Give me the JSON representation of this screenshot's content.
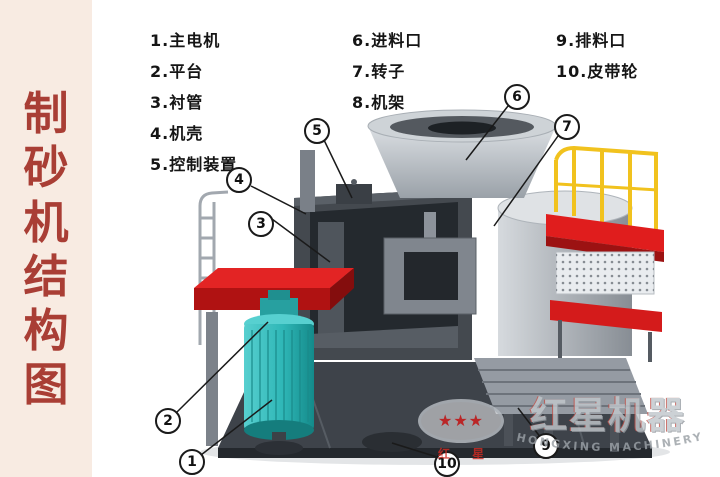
{
  "side_title": {
    "text": "制砂机结构图",
    "chars": [
      "制",
      "砂",
      "机",
      "结",
      "构",
      "图"
    ],
    "color": "#a93e35",
    "bg": "#f8ebe2"
  },
  "legend": {
    "col1": [
      "1.主电机",
      "2.平台",
      "3.衬管",
      "4.机壳",
      "5.控制装置"
    ],
    "col2": [
      "6.进料口",
      "7.转子",
      "8.机架"
    ],
    "col3": [
      "9.排料口",
      "10.皮带轮"
    ]
  },
  "callouts": [
    {
      "n": "1"
    },
    {
      "n": "2"
    },
    {
      "n": "3"
    },
    {
      "n": "4"
    },
    {
      "n": "5"
    },
    {
      "n": "6"
    },
    {
      "n": "7"
    },
    {
      "n": "9"
    },
    {
      "n": "10"
    }
  ],
  "watermark": {
    "stars": "★★★",
    "stars_label": "红 星",
    "brand_cn": "红星机器",
    "brand_en": "HONGXING MACHINERY"
  },
  "colors": {
    "accent_red": "#e01d1d",
    "motor_teal": "#2fb7b7",
    "railing_yellow": "#f1c21e",
    "casing_dark": "#44494f",
    "metal_light": "#ced3d7",
    "title_red": "#a93e35",
    "strip_pink": "#f8ebe2"
  }
}
